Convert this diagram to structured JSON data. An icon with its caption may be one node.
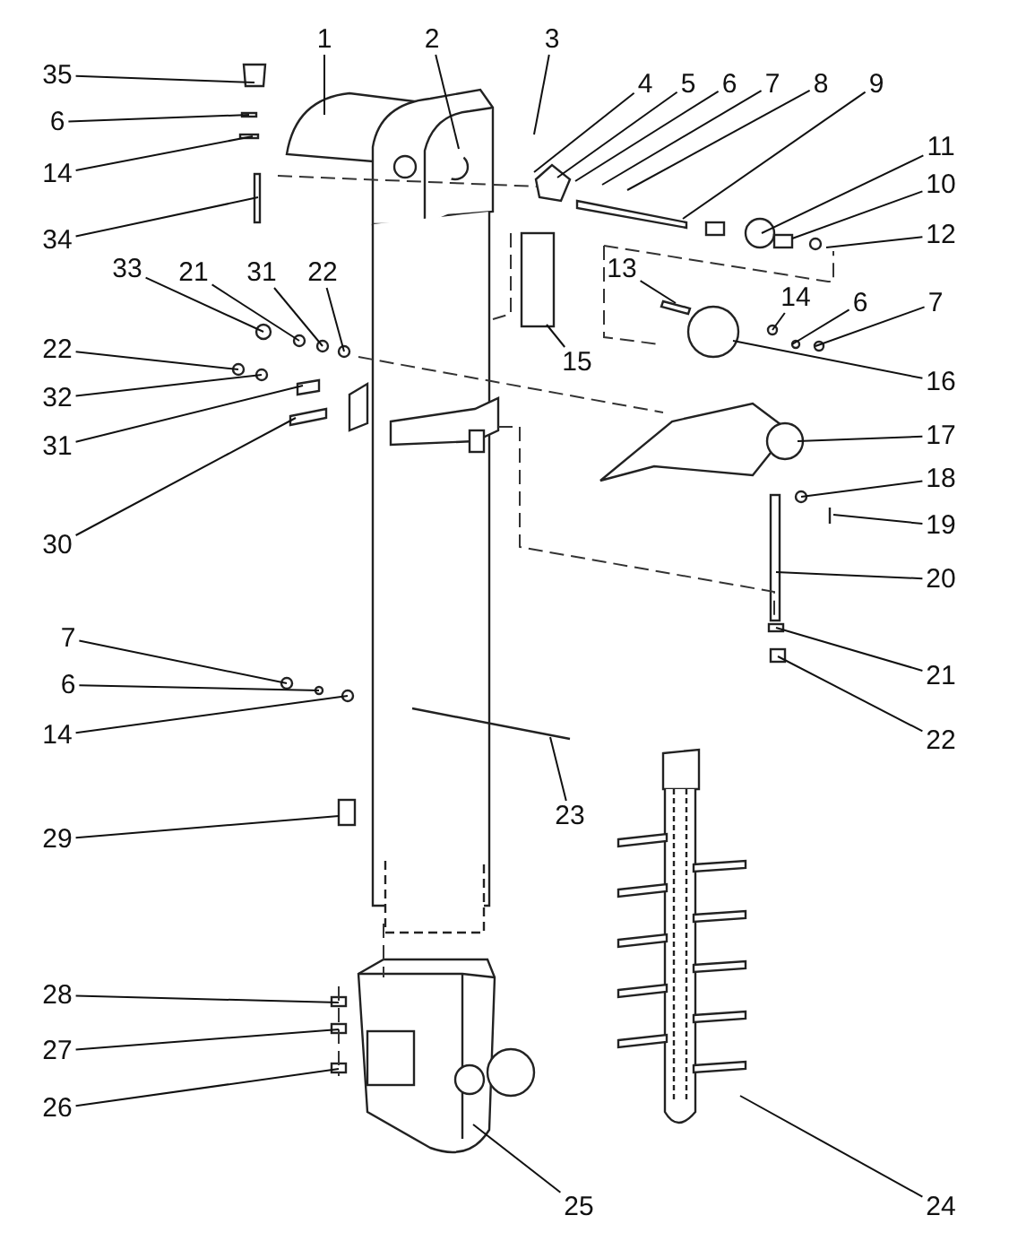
{
  "diagram": {
    "nodes": [
      {
        "text": [
          "35"
        ]
      },
      {
        "text": [
          "6"
        ]
      },
      {
        "text": [
          "14"
        ]
      },
      {
        "text": [
          "34"
        ]
      },
      {
        "text": [
          "1"
        ]
      },
      {
        "text": [
          "2"
        ]
      },
      {
        "text": [
          "3"
        ]
      },
      {
        "text": [
          "4"
        ]
      },
      {
        "text": [
          "5"
        ]
      },
      {
        "text": [
          "6"
        ]
      },
      {
        "text": [
          "7"
        ]
      },
      {
        "text": [
          "8"
        ]
      },
      {
        "text": [
          "9"
        ]
      },
      {
        "text": [
          "11"
        ]
      },
      {
        "text": [
          "10"
        ]
      },
      {
        "text": [
          "12"
        ]
      },
      {
        "text": [
          "13"
        ]
      },
      {
        "text": [
          "14"
        ]
      },
      {
        "text": [
          "6"
        ]
      },
      {
        "text": [
          "7"
        ]
      },
      {
        "text": [
          "16"
        ]
      },
      {
        "text": [
          "15"
        ]
      },
      {
        "text": [
          "33"
        ]
      },
      {
        "text": [
          "21"
        ]
      },
      {
        "text": [
          "31"
        ]
      },
      {
        "text": [
          "22"
        ]
      },
      {
        "text": [
          "22"
        ]
      },
      {
        "text": [
          "32"
        ]
      },
      {
        "text": [
          "31"
        ]
      },
      {
        "text": [
          "30"
        ]
      },
      {
        "text": [
          "17"
        ]
      },
      {
        "text": [
          "18"
        ]
      },
      {
        "text": [
          "19"
        ]
      },
      {
        "text": [
          "20"
        ]
      },
      {
        "text": [
          "21"
        ]
      },
      {
        "text": [
          "22"
        ]
      },
      {
        "text": [
          "7"
        ]
      },
      {
        "text": [
          "6"
        ]
      },
      {
        "text": [
          "14"
        ]
      },
      {
        "text": [
          "23"
        ]
      },
      {
        "text": [
          "29"
        ]
      },
      {
        "text": [
          "28"
        ]
      },
      {
        "text": [
          "27"
        ]
      },
      {
        "text": [
          "26"
        ]
      },
      {
        "text": [
          "25"
        ]
      },
      {
        "text": [
          "24"
        ]
      }
    ],
    "edges": [
      {
        "from": 0,
        "to": null,
        "arrow": "none"
      },
      {
        "from": 1,
        "to": null,
        "arrow": "none"
      },
      {
        "from": 2,
        "to": null,
        "arrow": "none"
      },
      {
        "from": 3,
        "to": null,
        "arrow": "none"
      },
      {
        "from": 4,
        "to": null,
        "arrow": "none"
      },
      {
        "from": 5,
        "to": null,
        "arrow": "none"
      },
      {
        "from": 6,
        "to": null,
        "arrow": "none"
      },
      {
        "from": 7,
        "to": null,
        "arrow": "none"
      },
      {
        "from": 8,
        "to": null,
        "arrow": "none"
      },
      {
        "from": 9,
        "to": null,
        "arrow": "none"
      },
      {
        "from": 10,
        "to": null,
        "arrow": "none"
      },
      {
        "from": 11,
        "to": null,
        "arrow": "none"
      },
      {
        "from": 12,
        "to": null,
        "arrow": "none"
      },
      {
        "from": 13,
        "to": null,
        "arrow": "none"
      },
      {
        "from": 14,
        "to": null,
        "arrow": "none"
      },
      {
        "from": 15,
        "to": null,
        "arrow": "none"
      },
      {
        "from": 16,
        "to": null,
        "arrow": "none"
      },
      {
        "from": 17,
        "to": null,
        "arrow": "none"
      },
      {
        "from": 18,
        "to": null,
        "arrow": "none"
      },
      {
        "from": 19,
        "to": null,
        "arrow": "none"
      },
      {
        "from": 20,
        "to": null,
        "arrow": "none"
      },
      {
        "from": 21,
        "to": null,
        "arrow": "none"
      },
      {
        "from": 22,
        "to": null,
        "arrow": "none"
      },
      {
        "from": 23,
        "to": null,
        "arrow": "none"
      },
      {
        "from": 24,
        "to": null,
        "arrow": "none"
      },
      {
        "from": 25,
        "to": null,
        "arrow": "none"
      },
      {
        "from": 26,
        "to": null,
        "arrow": "none"
      },
      {
        "from": 27,
        "to": null,
        "arrow": "none"
      },
      {
        "from": 28,
        "to": null,
        "arrow": "none"
      },
      {
        "from": 29,
        "to": null,
        "arrow": "none"
      },
      {
        "from": 30,
        "to": null,
        "arrow": "none"
      },
      {
        "from": 31,
        "to": null,
        "arrow": "none"
      },
      {
        "from": 32,
        "to": null,
        "arrow": "none"
      },
      {
        "from": 33,
        "to": null,
        "arrow": "none"
      },
      {
        "from": 34,
        "to": null,
        "arrow": "none"
      },
      {
        "from": 35,
        "to": null,
        "arrow": "none"
      },
      {
        "from": 36,
        "to": null,
        "arrow": "none"
      },
      {
        "from": 37,
        "to": null,
        "arrow": "none"
      },
      {
        "from": 38,
        "to": null,
        "arrow": "none"
      },
      {
        "from": 39,
        "to": null,
        "arrow": "none"
      },
      {
        "from": 40,
        "to": null,
        "arrow": "none"
      },
      {
        "from": 41,
        "to": null,
        "arrow": "none"
      },
      {
        "from": 42,
        "to": null,
        "arrow": "none"
      },
      {
        "from": 43,
        "to": null,
        "arrow": "none"
      },
      {
        "from": 44,
        "to": null,
        "arrow": "none"
      },
      {
        "from": 45,
        "to": null,
        "arrow": "none"
      }
    ]
  }
}
